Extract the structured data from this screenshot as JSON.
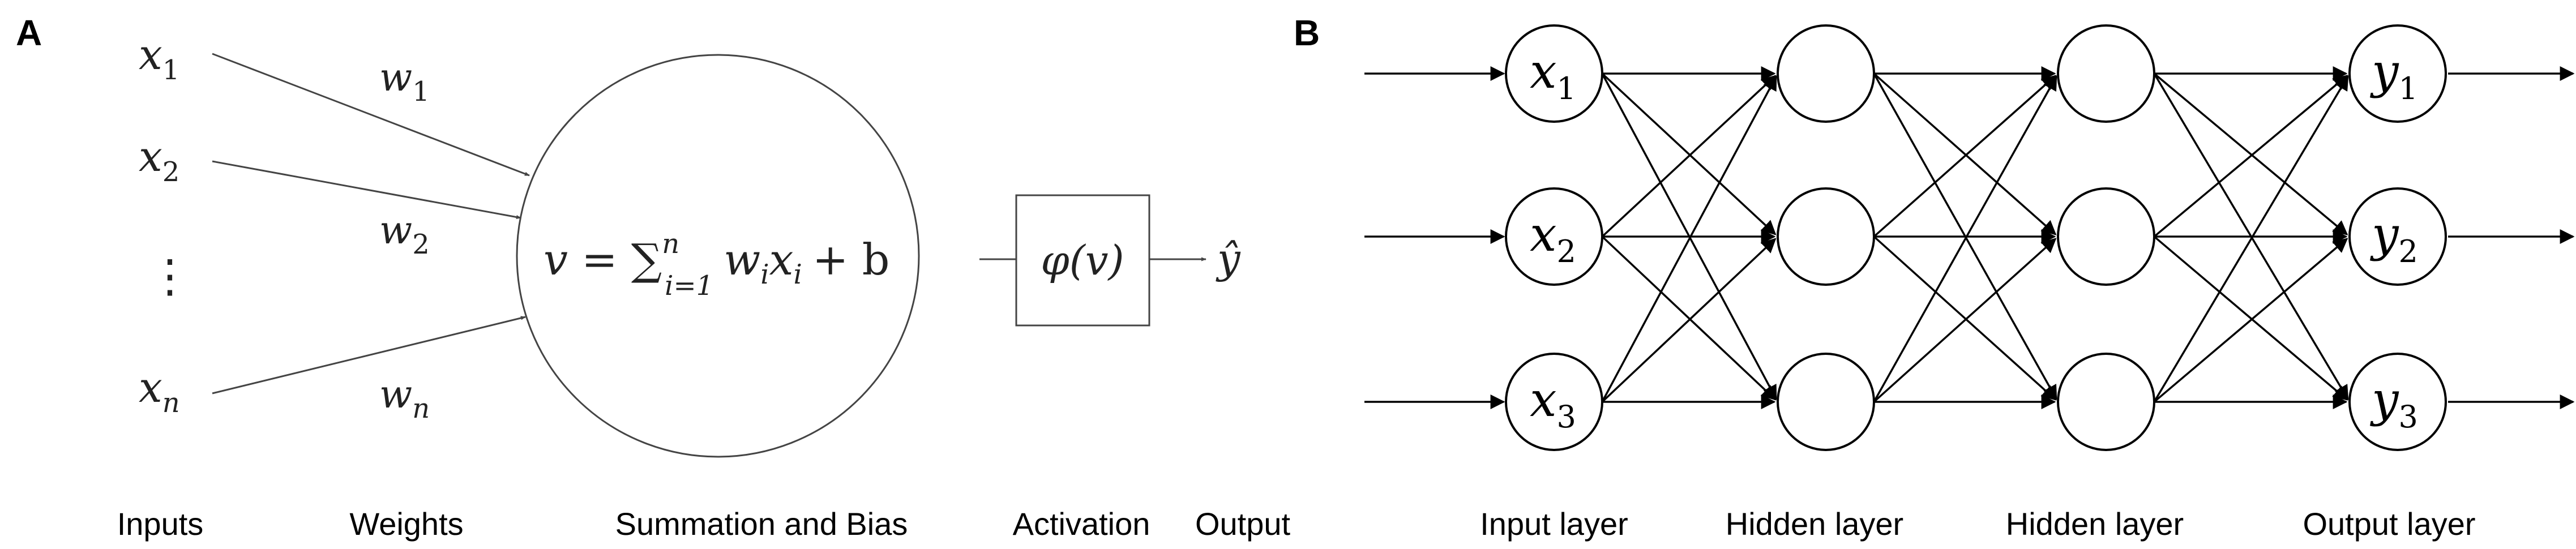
{
  "panel_a": {
    "label": "A",
    "inputs": [
      "x1",
      "x2",
      "⋮",
      "xn"
    ],
    "weights": [
      "w1",
      "w2",
      "wn"
    ],
    "equation": {
      "lhs": "v = ∑",
      "sup": "n",
      "sub": "i=1",
      "rhs": "w",
      "rhs_sub": "i",
      "rhs_x": "x",
      "rhs_x_sub": "i",
      "tail": "+ b"
    },
    "activation": "φ(v)",
    "output": "ŷ",
    "captions": {
      "inputs": "Inputs",
      "weights": "Weights",
      "summation": "Summation and Bias",
      "activation": "Activation",
      "output": "Output"
    }
  },
  "panel_b": {
    "label": "B",
    "input_nodes": [
      {
        "var": "x",
        "sub": "1"
      },
      {
        "var": "x",
        "sub": "2"
      },
      {
        "var": "x",
        "sub": "3"
      }
    ],
    "output_nodes": [
      {
        "var": "y",
        "sub": "1"
      },
      {
        "var": "y",
        "sub": "2"
      },
      {
        "var": "y",
        "sub": "3"
      }
    ],
    "captions": {
      "input": "Input layer",
      "hidden1": "Hidden layer",
      "hidden2": "Hidden layer",
      "output": "Output layer"
    }
  }
}
